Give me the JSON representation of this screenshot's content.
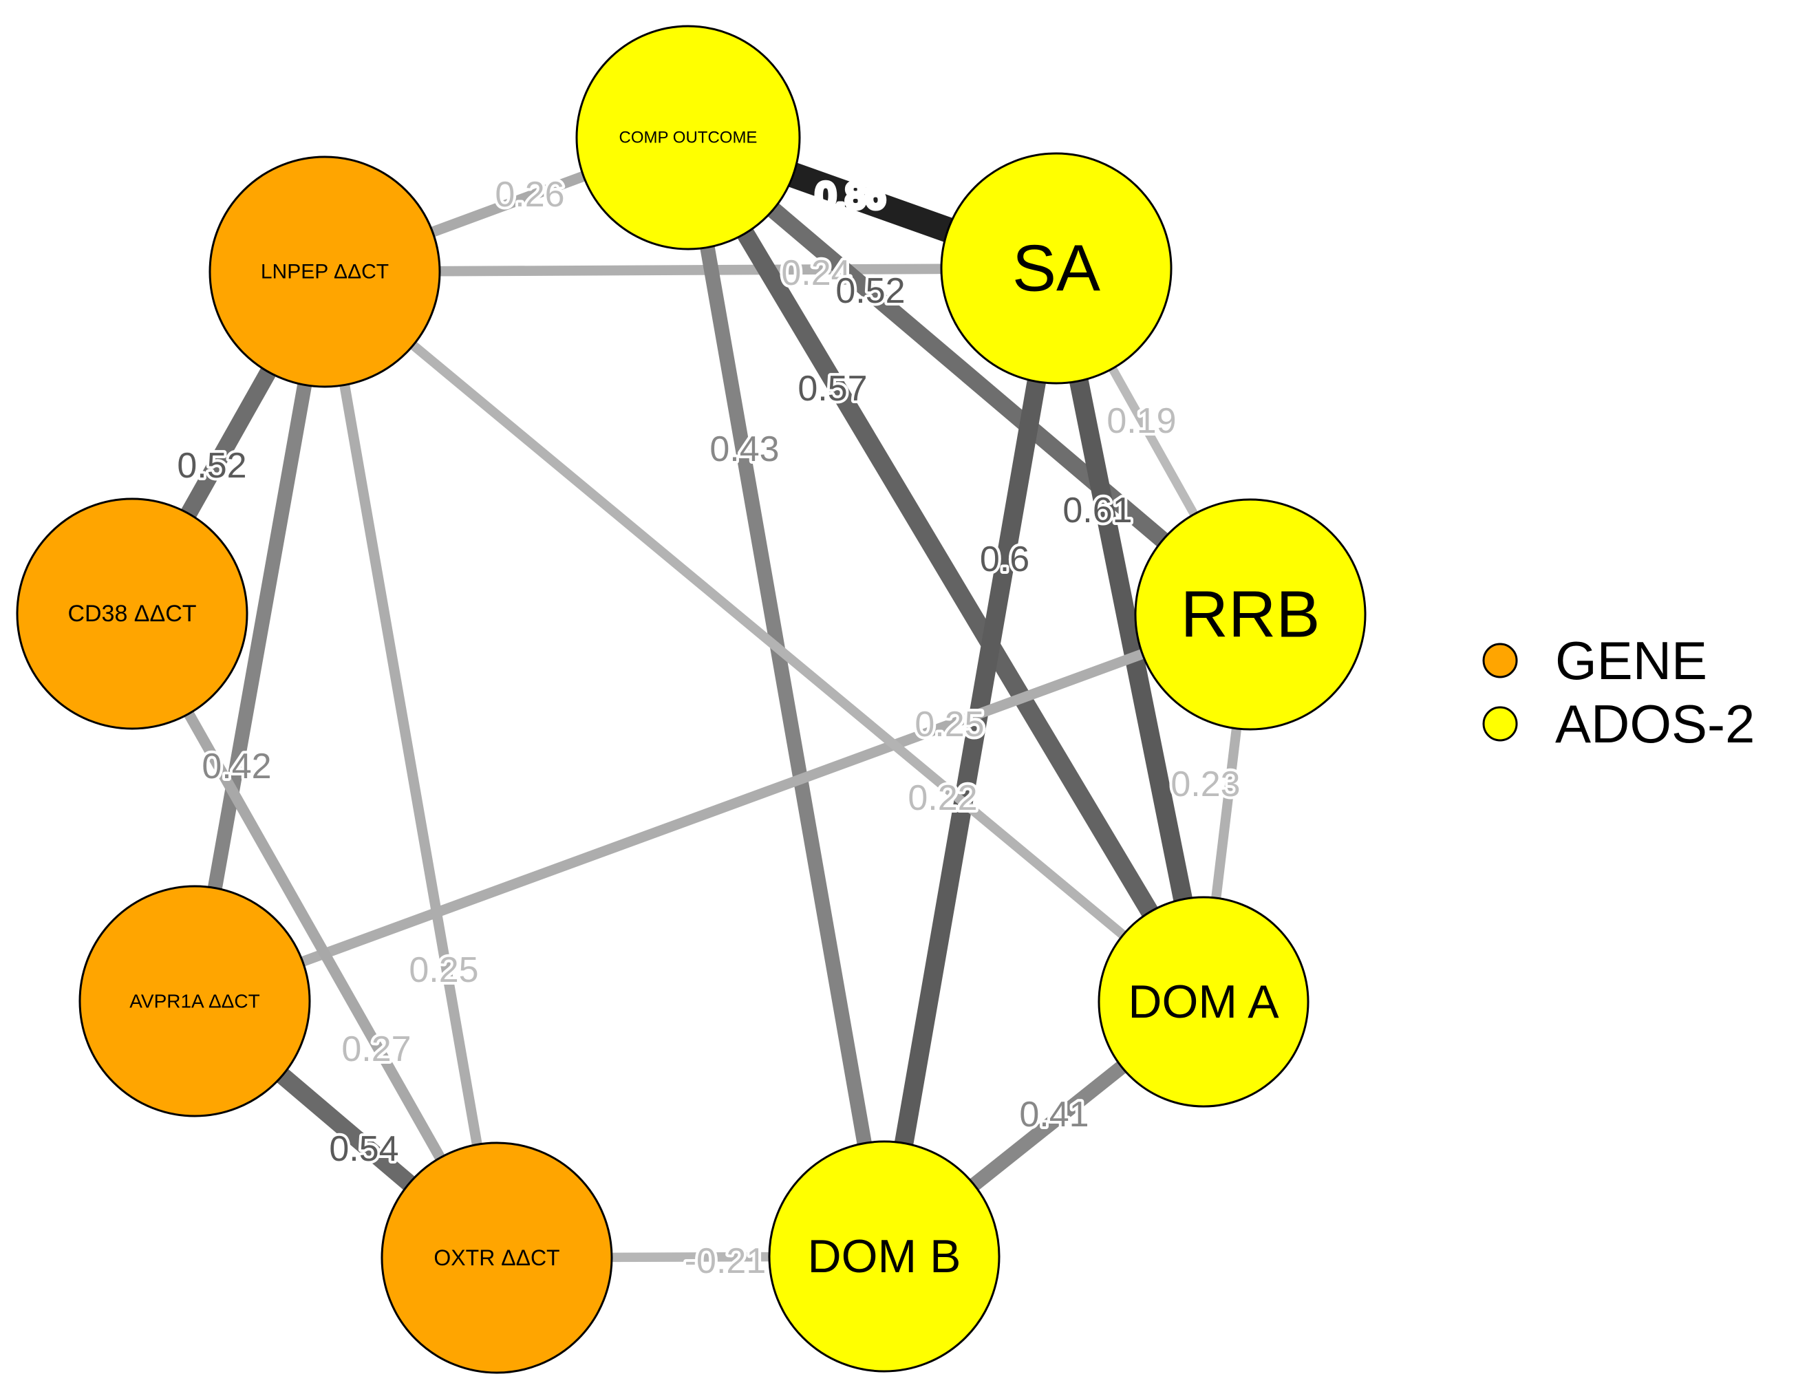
{
  "nodes": [
    {
      "id": "comp",
      "label": "COMP OUTCOME",
      "group": "ados"
    },
    {
      "id": "sa",
      "label": "SA",
      "group": "ados"
    },
    {
      "id": "rrb",
      "label": "RRB",
      "group": "ados"
    },
    {
      "id": "doma",
      "label": "DOM A",
      "group": "ados"
    },
    {
      "id": "domb",
      "label": "DOM B",
      "group": "ados"
    },
    {
      "id": "lnpep",
      "label": "LNPEP ΔΔCT",
      "group": "gene"
    },
    {
      "id": "cd38",
      "label": "CD38 ΔΔCT",
      "group": "gene"
    },
    {
      "id": "avpr1a",
      "label": "AVPR1A ΔΔCT",
      "group": "gene"
    },
    {
      "id": "oxtr",
      "label": "OXTR ΔΔCT",
      "group": "gene"
    }
  ],
  "edges": [
    {
      "source": "comp",
      "target": "sa",
      "weight": 0.86,
      "label": "0.86"
    },
    {
      "source": "lnpep",
      "target": "comp",
      "weight": 0.26,
      "label": "0.26"
    },
    {
      "source": "lnpep",
      "target": "sa",
      "weight": 0.24,
      "label": "0.24"
    },
    {
      "source": "comp",
      "target": "rrb",
      "weight": 0.52,
      "label": "0.52"
    },
    {
      "source": "comp",
      "target": "doma",
      "weight": 0.57,
      "label": "0.57"
    },
    {
      "source": "comp",
      "target": "domb",
      "weight": 0.43,
      "label": "0.43"
    },
    {
      "source": "sa",
      "target": "rrb",
      "weight": 0.19,
      "label": "0.19"
    },
    {
      "source": "sa",
      "target": "doma",
      "weight": 0.61,
      "label": "0.61"
    },
    {
      "source": "sa",
      "target": "domb",
      "weight": 0.6,
      "label": "0.6"
    },
    {
      "source": "rrb",
      "target": "avpr1a",
      "weight": 0.25,
      "label": "0.25"
    },
    {
      "source": "rrb",
      "target": "doma",
      "weight": 0.23,
      "label": "0.23"
    },
    {
      "source": "lnpep",
      "target": "doma",
      "weight": 0.22,
      "label": "0.22"
    },
    {
      "source": "doma",
      "target": "domb",
      "weight": 0.41,
      "label": "0.41"
    },
    {
      "source": "lnpep",
      "target": "cd38",
      "weight": 0.52,
      "label": "0.52"
    },
    {
      "source": "lnpep",
      "target": "avpr1a",
      "weight": 0.42,
      "label": "0.42"
    },
    {
      "source": "lnpep",
      "target": "oxtr",
      "weight": 0.25,
      "label": "0.25"
    },
    {
      "source": "cd38",
      "target": "oxtr",
      "weight": 0.27,
      "label": "0.27"
    },
    {
      "source": "avpr1a",
      "target": "oxtr",
      "weight": 0.54,
      "label": "0.54"
    },
    {
      "source": "oxtr",
      "target": "domb",
      "weight": -0.21,
      "label": "-0.21"
    }
  ],
  "legend": [
    {
      "label": "GENE",
      "group": "gene"
    },
    {
      "label": "ADOS-2",
      "group": "ados"
    }
  ],
  "colors": {
    "gene": "#FFA500",
    "ados": "#FFFF00",
    "outline": "#000000"
  }
}
